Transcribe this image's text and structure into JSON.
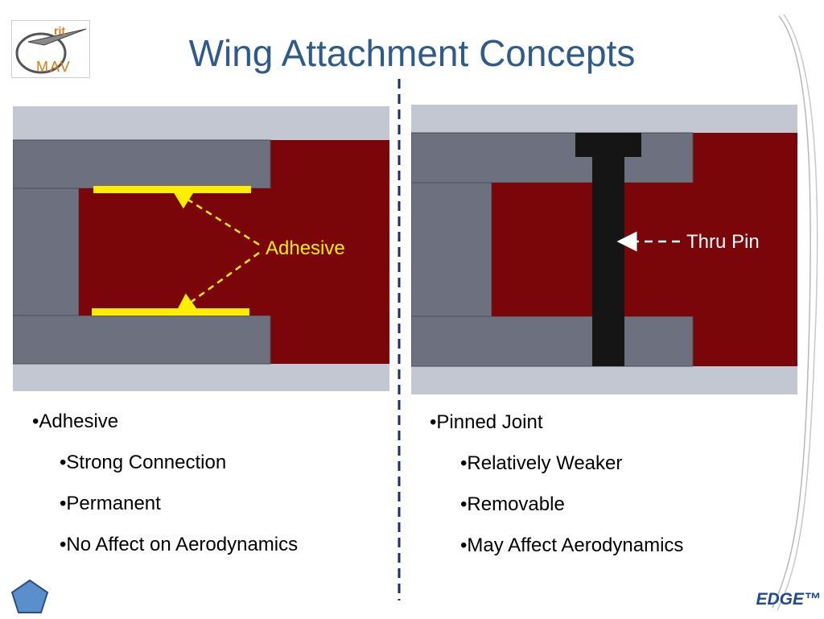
{
  "logo": {
    "top_text": "rit",
    "bottom_text": "MAV"
  },
  "title": "Wing Attachment Concepts",
  "left_diagram": {
    "label": "Adhesive"
  },
  "right_diagram": {
    "label": "Thru Pin"
  },
  "left_bullets": {
    "main": "•Adhesive",
    "subs": [
      "•Strong Connection",
      "•Permanent",
      "•No Affect on Aerodynamics"
    ]
  },
  "right_bullets": {
    "main": "•Pinned Joint",
    "subs": [
      "•Relatively Weaker",
      "•Removable",
      "•May Affect Aerodynamics"
    ]
  },
  "footer": {
    "brand": "EDGE™"
  },
  "colors": {
    "title": "#2e5b8c",
    "frame_gray": "#c3c7d1",
    "plate_gray": "#6d707e",
    "wing_red": "#7b0609",
    "adhesive_yellow": "#ffee00",
    "pin_black": "#151515",
    "divider_navy": "#1f2c6e"
  }
}
